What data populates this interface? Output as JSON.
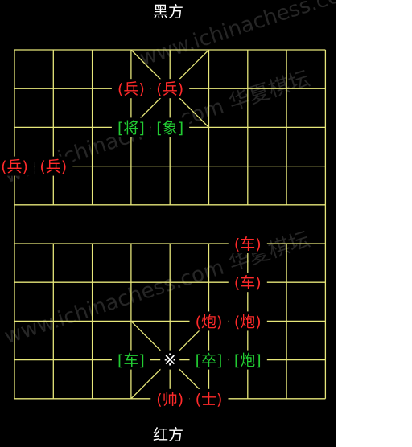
{
  "board": {
    "top_label": "黑方",
    "bottom_label": "红方",
    "colors": {
      "background": "#000000",
      "grid": "#e6e67a",
      "red": "#ff2a2a",
      "black": "#22cc33",
      "marker": "#ffffff"
    },
    "pieces": [
      {
        "text": "(兵)",
        "side": "red",
        "file": 3,
        "rank": 1
      },
      {
        "text": "(兵)",
        "side": "red",
        "file": 4,
        "rank": 1
      },
      {
        "text": "[将]",
        "side": "black",
        "file": 3,
        "rank": 2
      },
      {
        "text": "[象]",
        "side": "black",
        "file": 4,
        "rank": 2
      },
      {
        "text": "(兵)",
        "side": "red",
        "file": 0,
        "rank": 3
      },
      {
        "text": "(兵)",
        "side": "red",
        "file": 1,
        "rank": 3
      },
      {
        "text": "(车)",
        "side": "red",
        "file": 6,
        "rank": 5
      },
      {
        "text": "(车)",
        "side": "red",
        "file": 6,
        "rank": 6
      },
      {
        "text": "(炮)",
        "side": "red",
        "file": 5,
        "rank": 7
      },
      {
        "text": "(炮)",
        "side": "red",
        "file": 6,
        "rank": 7
      },
      {
        "text": "[车]",
        "side": "black",
        "file": 3,
        "rank": 8
      },
      {
        "text": "[卒]",
        "side": "black",
        "file": 5,
        "rank": 8
      },
      {
        "text": "[炮]",
        "side": "black",
        "file": 6,
        "rank": 8
      },
      {
        "text": "(帅)",
        "side": "red",
        "file": 4,
        "rank": 9
      },
      {
        "text": "(士)",
        "side": "red",
        "file": 5,
        "rank": 9
      }
    ],
    "markers": [
      {
        "text": "※",
        "file": 4,
        "rank": 8
      }
    ]
  }
}
